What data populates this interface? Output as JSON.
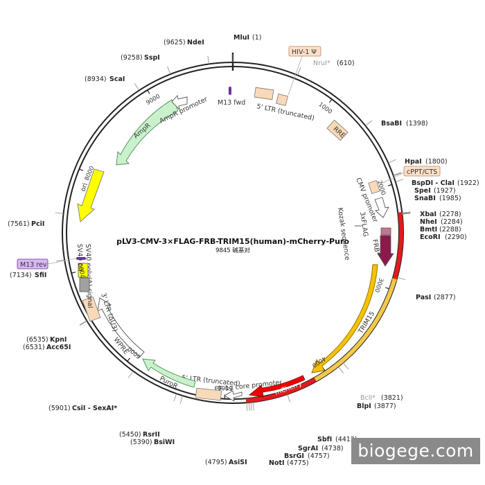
{
  "plasmid": {
    "name": "pLV3-CMV-3×FLAG-FRB-TRIM15(human)-mCherry-Puro",
    "size_label": "9845 碱基对",
    "length": 9845
  },
  "colors": {
    "backbone": "#222222",
    "red_arc": "#e31a1c",
    "yellow_arc": "#f2c94c",
    "ampr": "#c9f2cc",
    "ori": "#ffff00",
    "ltr": "#f9d9b8",
    "trim15": "#f6c200",
    "mcherry": "#ee0000",
    "frb": "#8b1a4b",
    "flag": "#c07890",
    "puror": "#c9f2cc",
    "m13": "#7030a0",
    "sv40ori": "#a0a0a0"
  },
  "ticks": [
    {
      "bp": 1000,
      "label": "1000"
    },
    {
      "bp": 2000,
      "label": "2000"
    },
    {
      "bp": 3000,
      "label": "3000"
    },
    {
      "bp": 4000,
      "label": "4000"
    },
    {
      "bp": 5000,
      "label": "5000"
    },
    {
      "bp": 6000,
      "label": "6000"
    },
    {
      "bp": 7000,
      "label": "7000"
    },
    {
      "bp": 8000,
      "label": "8000"
    },
    {
      "bp": 9000,
      "label": "9000"
    }
  ],
  "sites": [
    {
      "name": "MluI",
      "pos": "(1)",
      "bp": 1
    },
    {
      "name": "NruI*",
      "pos": "(610)",
      "bp": 610,
      "gray": true
    },
    {
      "name": "BsaBI",
      "pos": "(1398)",
      "bp": 1398
    },
    {
      "name": "HpaI",
      "pos": "(1800)",
      "bp": 1800
    },
    {
      "name": "BspDI - ClaI",
      "pos": "(1922)",
      "bp": 1922
    },
    {
      "name": "SpeI",
      "pos": "(1927)",
      "bp": 1927
    },
    {
      "name": "SnaBI",
      "pos": "(1985)",
      "bp": 1985
    },
    {
      "name": "XbaI",
      "pos": "(2278)",
      "bp": 2278
    },
    {
      "name": "NheI",
      "pos": "(2284)",
      "bp": 2284
    },
    {
      "name": "BmtI",
      "pos": "(2288)",
      "bp": 2288
    },
    {
      "name": "EcoRI",
      "pos": "(2290)",
      "bp": 2290
    },
    {
      "name": "PasI",
      "pos": "(2877)",
      "bp": 2877
    },
    {
      "name": "BclI*",
      "pos": "(3821)",
      "bp": 3821,
      "gray": true
    },
    {
      "name": "BlpI",
      "pos": "(3877)",
      "bp": 3877
    },
    {
      "name": "SbfI",
      "pos": "(4412)",
      "bp": 4412
    },
    {
      "name": "SgrAI",
      "pos": "(4738)",
      "bp": 4738
    },
    {
      "name": "BsrGI",
      "pos": "(4757)",
      "bp": 4757
    },
    {
      "name": "NotI",
      "pos": "(4775)",
      "bp": 4775
    },
    {
      "name": "AsiSI",
      "pos": "(4795)",
      "bp": 4795
    },
    {
      "name": "BsiWI",
      "pos": "(5390)",
      "bp": 5390
    },
    {
      "name": "RsrII",
      "pos": "(5450)",
      "bp": 5450
    },
    {
      "name": "CsiI - SexAI*",
      "pos": "(5901)",
      "bp": 5901
    },
    {
      "name": "Acc65I",
      "pos": "(6531)",
      "bp": 6531
    },
    {
      "name": "KpnI",
      "pos": "(6535)",
      "bp": 6535
    },
    {
      "name": "SfiI",
      "pos": "(7134)",
      "bp": 7134
    },
    {
      "name": "PciI",
      "pos": "(7561)",
      "bp": 7561
    },
    {
      "name": "ScaI",
      "pos": "(8934)",
      "bp": 8934
    },
    {
      "name": "SspI",
      "pos": "(9258)",
      "bp": 9258
    },
    {
      "name": "NdeI",
      "pos": "(9625)",
      "bp": 9625
    }
  ],
  "features": {
    "m13fwd": "M13 fwd",
    "ltr5_top": "5' LTR (truncated)",
    "rre": "RRE",
    "cmv": "CMV promoter",
    "kozak": "Kozak sequence",
    "flag": "3xFLAG",
    "frb": "FRB*",
    "trim15": "TRIM15",
    "mcherry": "mCherry",
    "ef1a": "EF-1α core promoter",
    "ltr5_bottom": "5' LTR (truncated)",
    "puror": "PuroR",
    "wpre": "WPRE",
    "ltr3": "3' LTR (ΔU3)",
    "sv40polya": "SV40 poly(A) signal",
    "sv40ori": "SV40 ori",
    "ori": "ori",
    "ampr": "AmpR",
    "ampr_promoter": "AmpR promoter"
  },
  "boxes": {
    "hiv": "HIV-1 Ψ",
    "cppt": "cPPT/CTS",
    "m13rev": "M13 rev"
  },
  "watermark": "biogege.com"
}
